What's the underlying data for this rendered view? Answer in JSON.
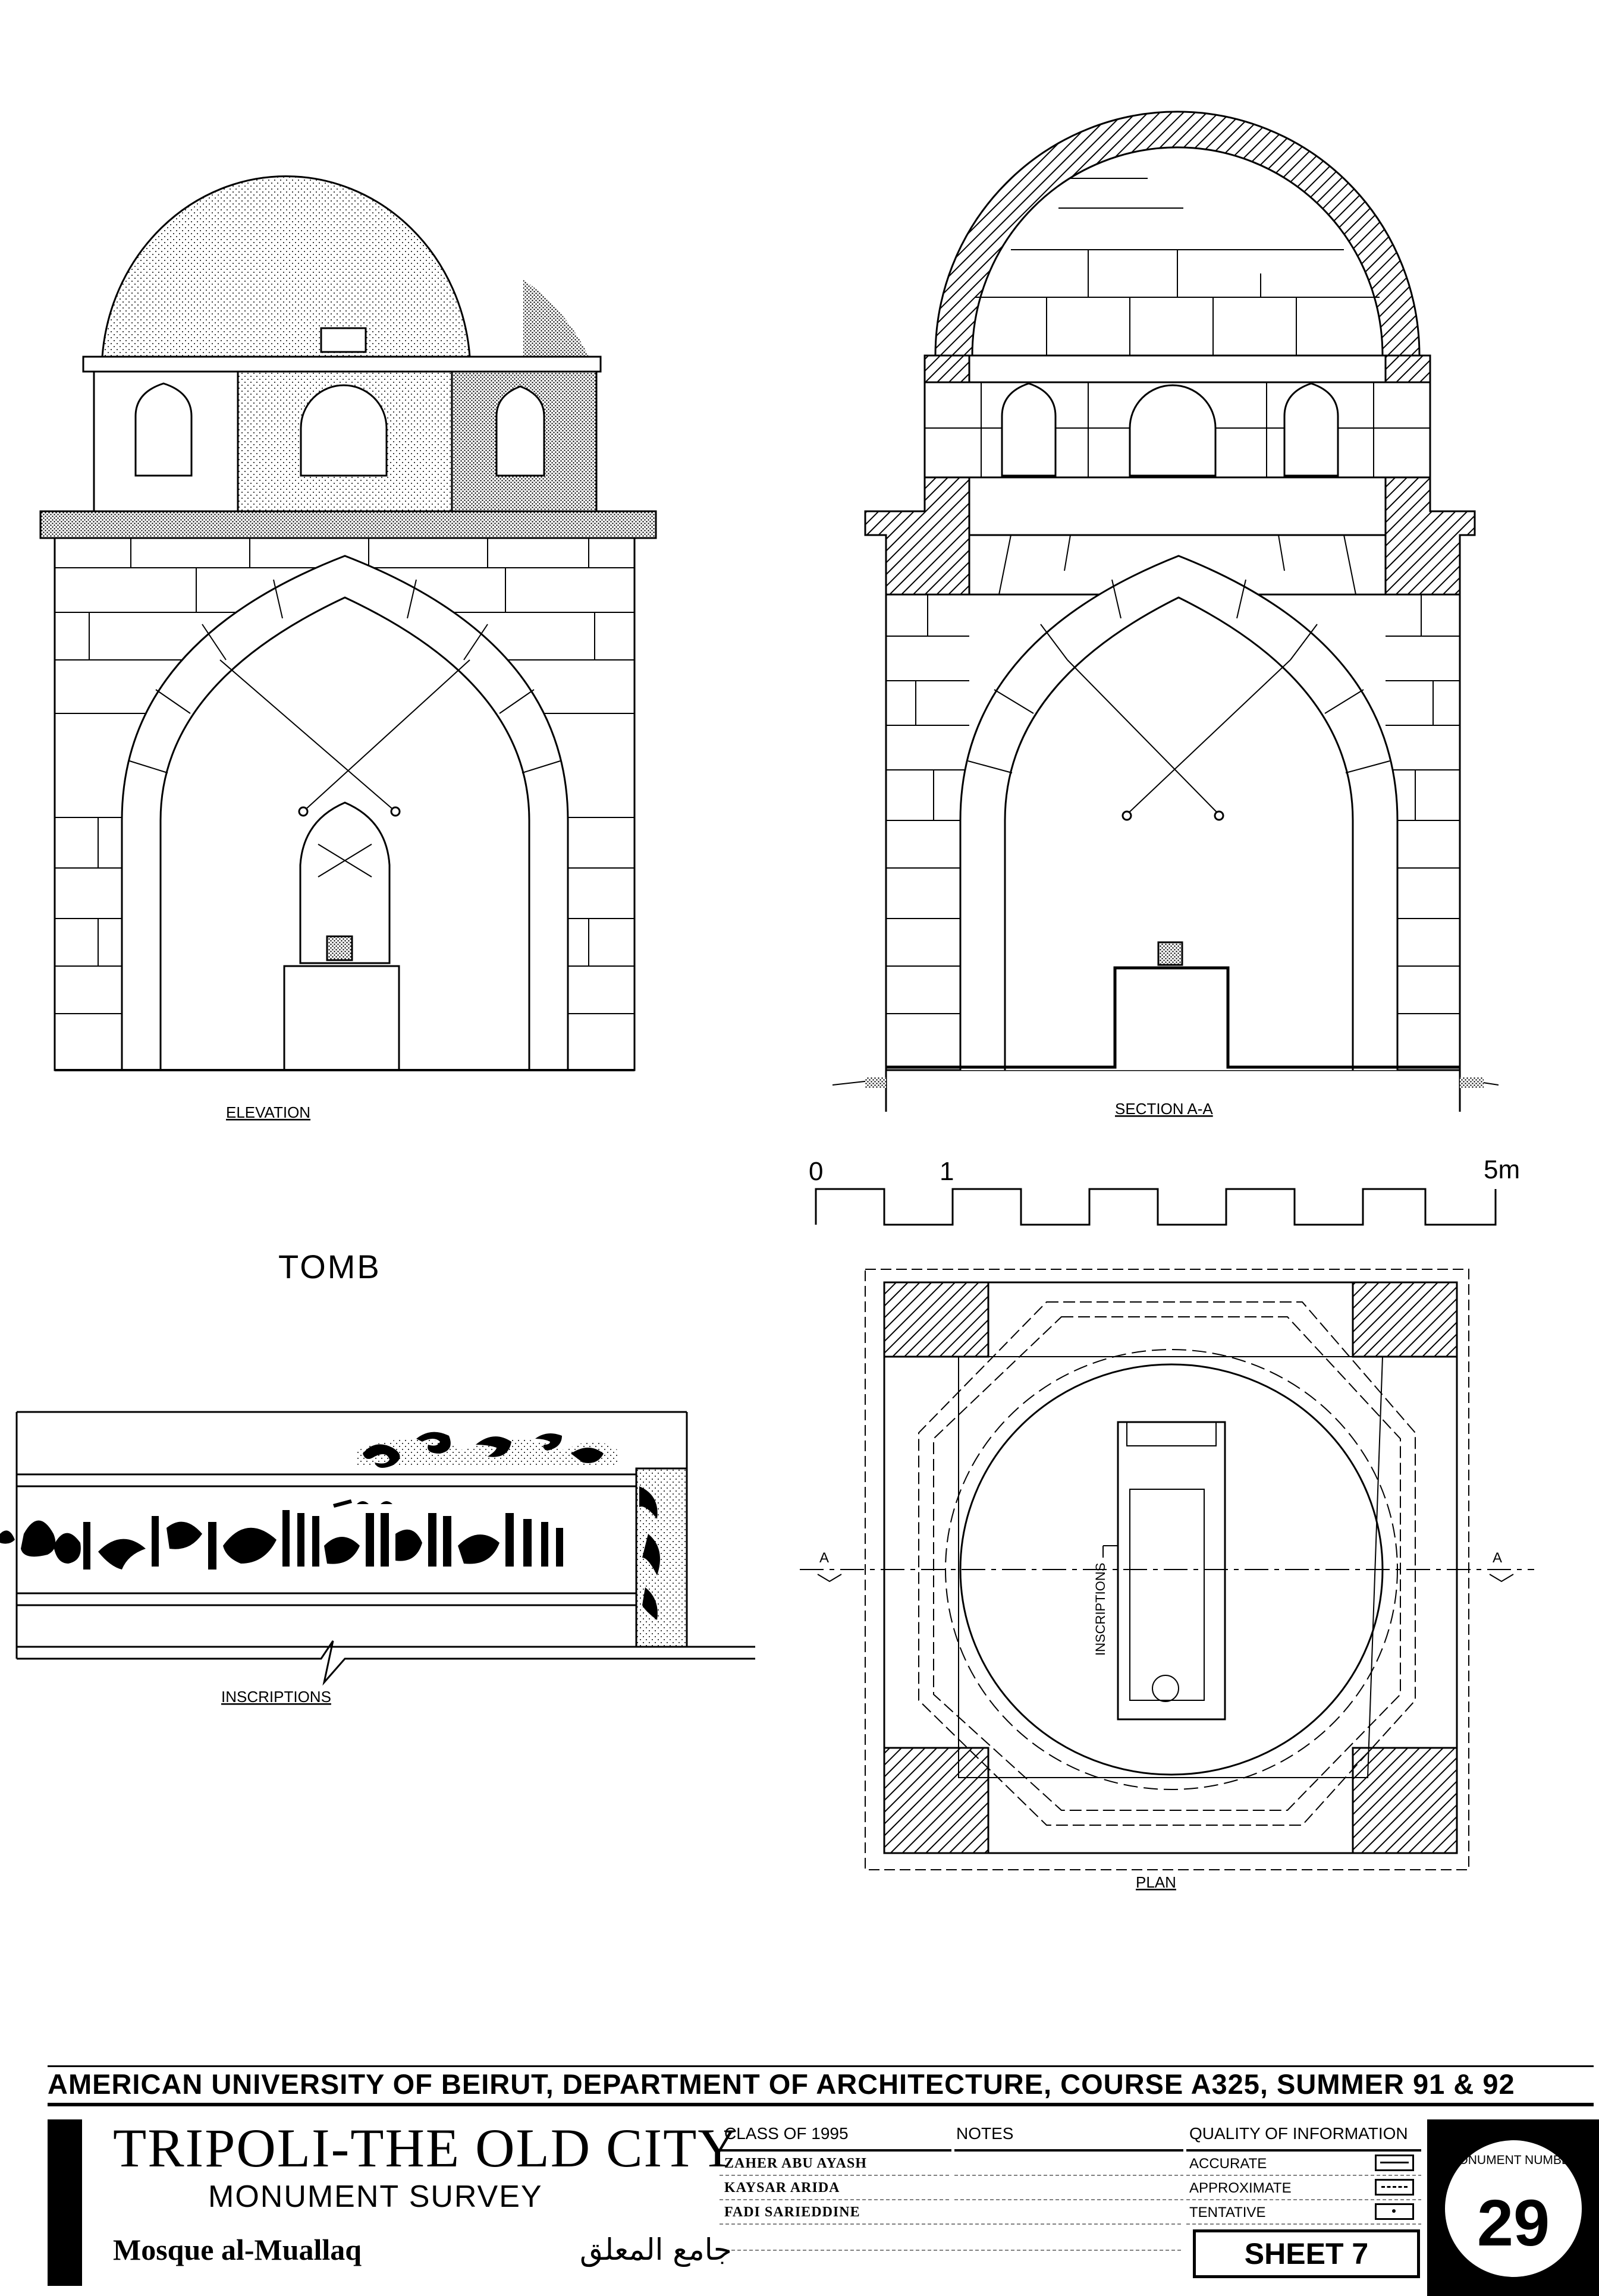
{
  "sheet": {
    "labels": {
      "elevation": "ELEVATION",
      "section": "SECTION  A-A",
      "tomb": "TOMB",
      "inscriptions": "INSCRIPTIONS",
      "plan_inscriptions": "INSCRIPTIONS",
      "plan": "PLAN",
      "section_mark_left": "A",
      "section_mark_right": "A"
    },
    "scale_bar": {
      "tick_0": "0",
      "tick_1": "1",
      "tick_5": "5m"
    }
  },
  "title_block": {
    "header": "AMERICAN UNIVERSITY OF BEIRUT,  DEPARTMENT OF ARCHITECTURE,  COURSE A325,  SUMMER 91 & 92",
    "title": "TRIPOLI-THE OLD CITY",
    "subtitle": "MONUMENT SURVEY",
    "monument_name": "Mosque al-Muallaq",
    "monument_name_arabic": "جامع المعلق",
    "class_heading": "CLASS OF 1995",
    "notes_heading": "NOTES",
    "team": [
      "ZAHER ABU AYASH",
      "KAYSAR ARIDA",
      "FADI SARIEDDINE"
    ],
    "quality_heading": "QUALITY OF INFORMATION",
    "quality_levels": [
      "ACCURATE",
      "APPROXIMATE",
      "TENTATIVE"
    ],
    "sheet": "SHEET 7",
    "monument_number_label": "MONUMENT NUMBER",
    "monument_number": "29"
  }
}
